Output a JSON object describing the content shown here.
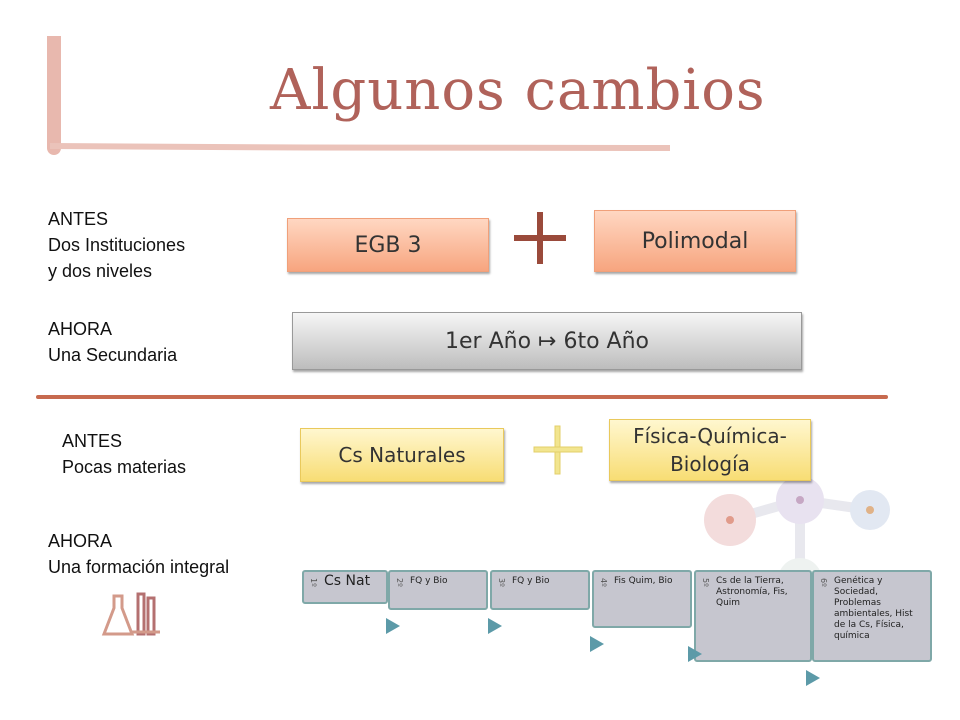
{
  "slide": {
    "title": "Algunos cambios",
    "antes1": [
      "ANTES",
      "Dos Instituciones",
      "y dos niveles"
    ],
    "ahora1": [
      "AHORA",
      "Una Secundaria"
    ],
    "antes2": [
      "ANTES",
      "Pocas materias"
    ],
    "ahora2": [
      "AHORA",
      "Una formación integral"
    ],
    "egb": "EGB 3",
    "polimodal": "Polimodal",
    "plus": "+",
    "anios": "1er Año ↦ 6to Año",
    "cs_naturales": "Cs Naturales",
    "fisica": [
      "Física-Química-",
      "Biología"
    ],
    "steps": [
      {
        "num": "1º",
        "label": "Cs Nat"
      },
      {
        "num": "2º",
        "label": "FQ y Bio"
      },
      {
        "num": "3º",
        "label": "FQ y Bio"
      },
      {
        "num": "4º",
        "label": "Fis Quim, Bio"
      },
      {
        "num": "5º",
        "label": "Cs de la Tierra, Astronomía, Fis, Quim"
      },
      {
        "num": "6º",
        "label": "Genética y Sociedad, Problemas ambientales, Hist de la Cs, Física, química"
      }
    ],
    "colors": {
      "title": "#b0625a",
      "divider": "#c76a4f",
      "plus_dark": "#9a4a3b",
      "plus_light": "#f2e58f",
      "box_border": "#7fa8a8"
    }
  }
}
